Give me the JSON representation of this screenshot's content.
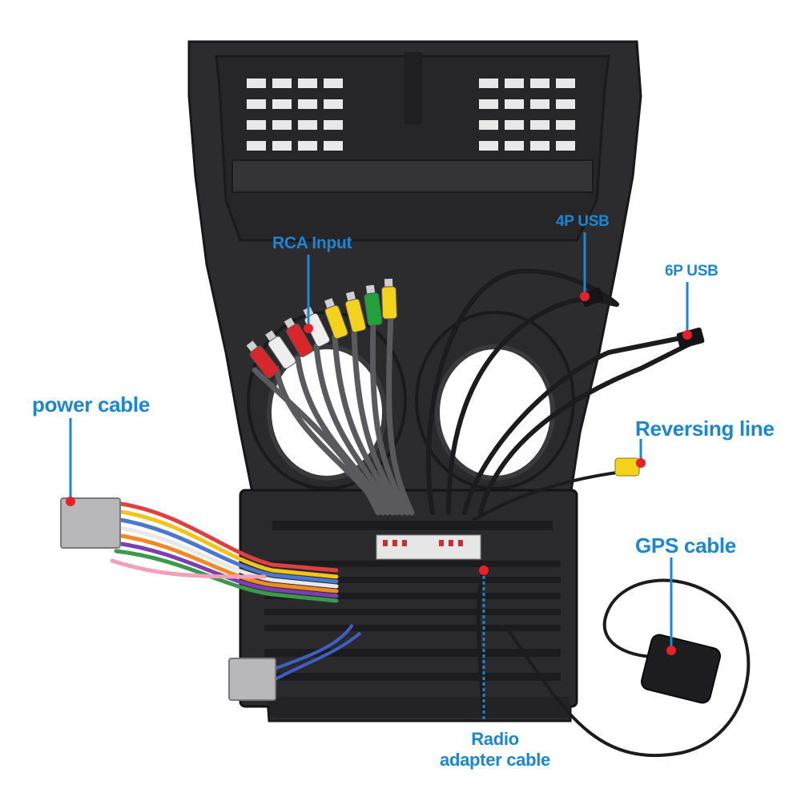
{
  "labels": {
    "power_cable": "power cable",
    "rca_input": "RCA Input",
    "usb_4p": "4P USB",
    "usb_6p": "6P USB",
    "reversing_line": "Reversing line",
    "gps_cable": "GPS cable",
    "radio_adapter_line1": "Radio",
    "radio_adapter_line2": "adapter cable"
  },
  "colors": {
    "label_blue": "#1a86d4",
    "marker_red": "#e8202a",
    "panel_dark": "#2b2b2d",
    "panel_light": "#3d3d40"
  },
  "rca_plugs": [
    {
      "name": "red",
      "color": "#d8262a"
    },
    {
      "name": "white",
      "color": "#eeeeee"
    },
    {
      "name": "red",
      "color": "#d8262a"
    },
    {
      "name": "white",
      "color": "#eeeeee"
    },
    {
      "name": "yellow",
      "color": "#f2d21b"
    },
    {
      "name": "yellow",
      "color": "#f2d21b"
    },
    {
      "name": "green",
      "color": "#22a03c"
    },
    {
      "name": "yellow",
      "color": "#f2d21b"
    }
  ]
}
